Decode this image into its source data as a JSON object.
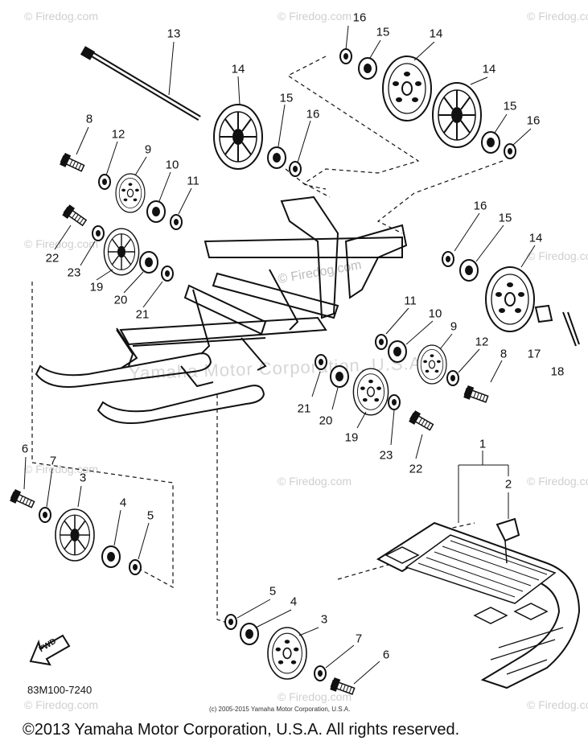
{
  "callouts": [
    "13",
    "14",
    "15",
    "16",
    "16",
    "15",
    "14",
    "14",
    "15",
    "16",
    "8",
    "12",
    "9",
    "10",
    "11",
    "22",
    "23",
    "19",
    "20",
    "21",
    "16",
    "15",
    "14",
    "11",
    "10",
    "9",
    "12",
    "8",
    "17",
    "18",
    "21",
    "20",
    "19",
    "23",
    "22",
    "1",
    "2",
    "6",
    "7",
    "3",
    "4",
    "5",
    "5",
    "4",
    "3",
    "7",
    "6"
  ],
  "watermarks": [
    "© Firedog.com",
    "© Firedog.com",
    "© Firedog.com",
    "© Firedog.com",
    "© Firedog.com",
    "© Firedog.com",
    "© Firedog.com",
    "© Firedog.com",
    "© Firedog.com",
    "© Firedog.com",
    "© Firedog.com"
  ],
  "center_watermark": "© Firedog.com",
  "yamaha_watermark": "Yamaha Motor Corporation, U.S.A.",
  "diagram_code": "83M100-7240",
  "copyright_small": "(c) 2005-2015 Yamaha Motor Corporation, U.S.A.",
  "copyright": "©2013 Yamaha Motor Corporation, U.S.A. All rights reserved.",
  "fwd_label": "FWD"
}
